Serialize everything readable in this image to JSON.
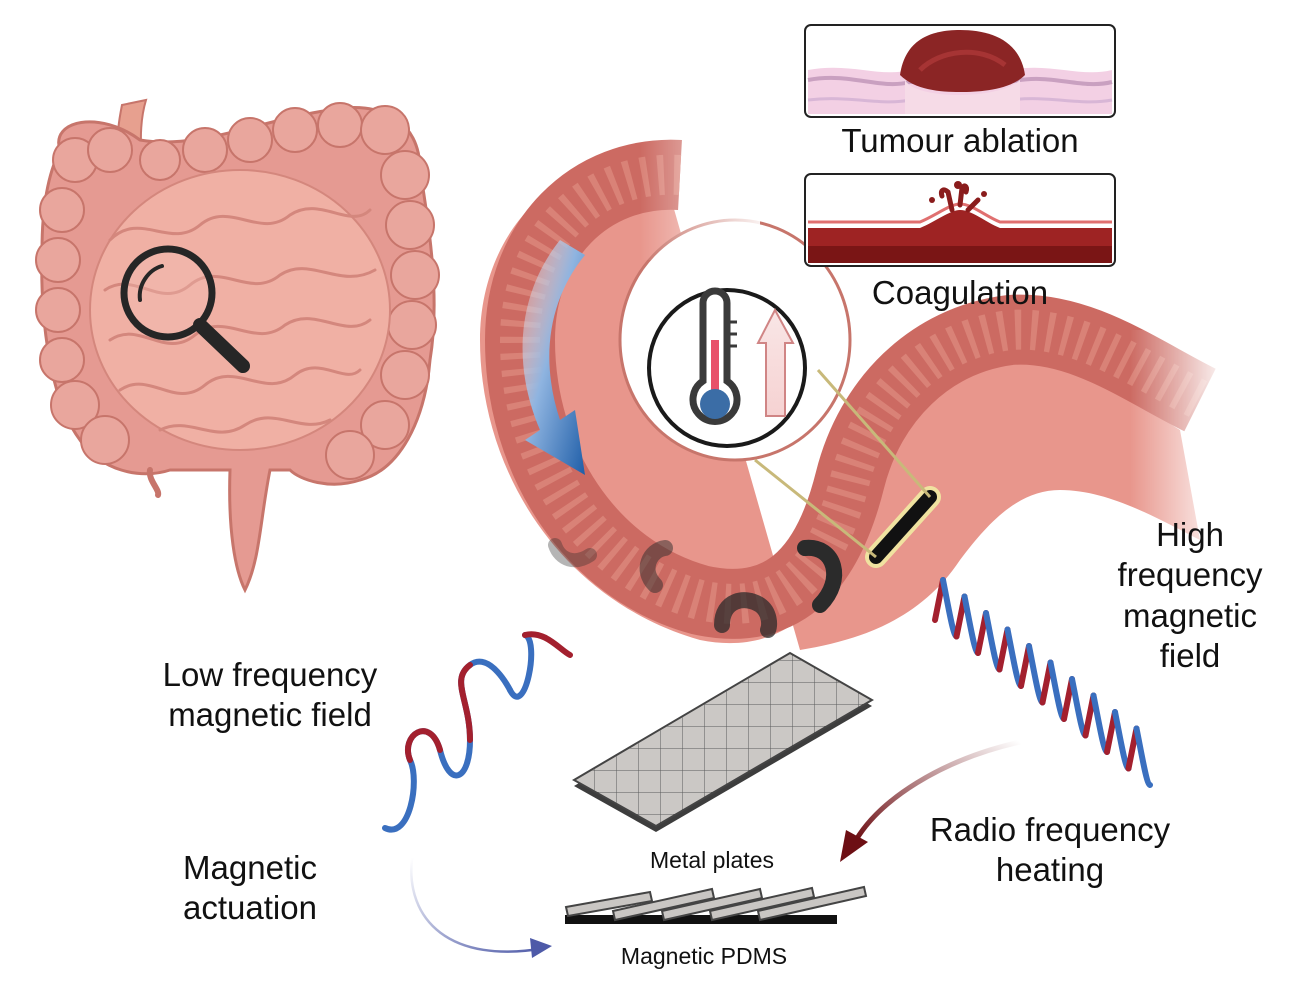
{
  "labels": {
    "tumour_ablation": "Tumour ablation",
    "coagulation": "Coagulation",
    "high_frequency_field": [
      "High",
      "frequency",
      "magnetic",
      "field"
    ],
    "low_frequency_field": [
      "Low frequency",
      "magnetic field"
    ],
    "radio_frequency_heating": [
      "Radio frequency",
      "heating"
    ],
    "magnetic_actuation": [
      "Magnetic",
      "actuation"
    ],
    "metal_plates": "Metal plates",
    "magnetic_pdms": "Magnetic PDMS"
  },
  "colors": {
    "intestine_fill": "#e59a92",
    "intestine_dark": "#cf7a74",
    "colon_wall": "#e8968c",
    "lumen": "#cc6a62",
    "field_red": "#a3202e",
    "field_blue": "#3a6fbf",
    "arrow_blue": "#2f6bb4",
    "arrow_darkred": "#7a1015",
    "plate_grey": "#c9c6c3",
    "blood_dark": "#7f1a1a"
  },
  "icons": [
    "magnifier-icon",
    "thermometer-icon",
    "temperature-rise-arrow-icon"
  ]
}
